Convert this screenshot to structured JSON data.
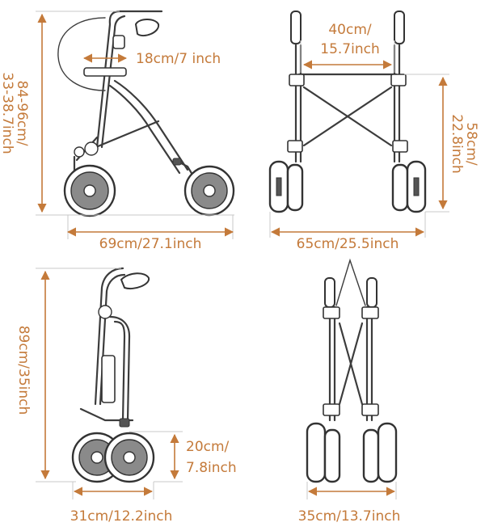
{
  "accent_color": "#c47a3a",
  "views": {
    "side_open": {
      "height_line1": "84-96cm/",
      "height_line2": "33-38.7inch",
      "seat_depth": "18cm/7 inch",
      "length": "69cm/27.1inch"
    },
    "front_open": {
      "inner_width_line1": "40cm/",
      "inner_width_line2": "15.7inch",
      "seat_height_line1": "58cm/",
      "seat_height_line2": "22.8inch",
      "width": "65cm/25.5inch"
    },
    "side_folded": {
      "height_line1": "89cm/35inch",
      "wheel_height_line1": "20cm/",
      "wheel_height_line2": "7.8inch",
      "depth": "31cm/12.2inch"
    },
    "front_folded": {
      "width": "35cm/13.7inch"
    }
  }
}
